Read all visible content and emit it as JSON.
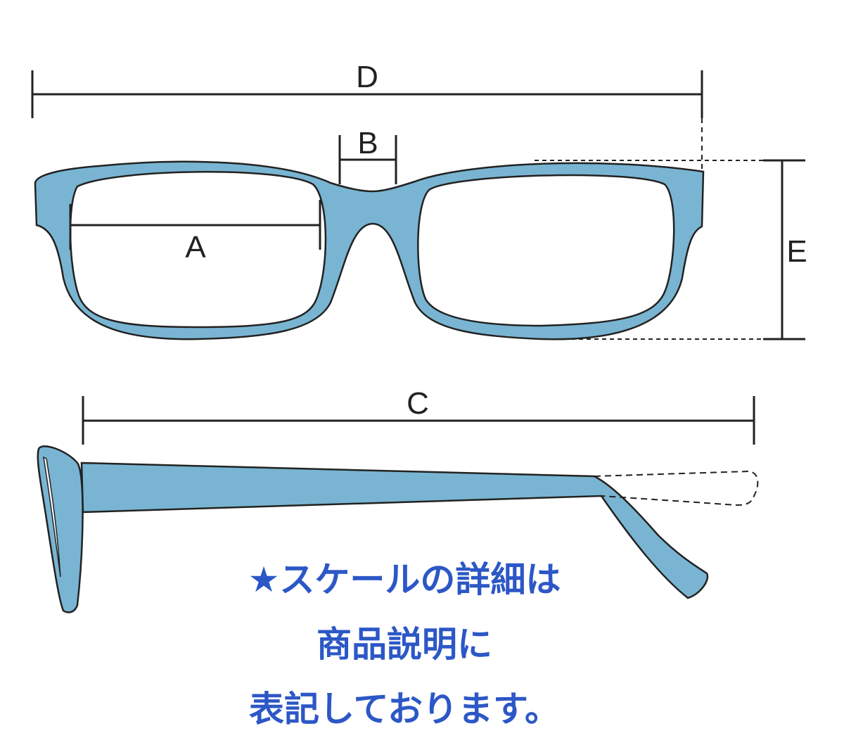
{
  "labels": {
    "a": "A",
    "b": "B",
    "c": "C",
    "d": "D",
    "e": "E"
  },
  "caption": {
    "line1": "★スケールの詳細は",
    "line2": "商品説明に",
    "line3": "表記しております。"
  },
  "colors": {
    "frame_fill": "#79b5d2",
    "outline": "#222222",
    "caption_text": "#2c57c6"
  }
}
